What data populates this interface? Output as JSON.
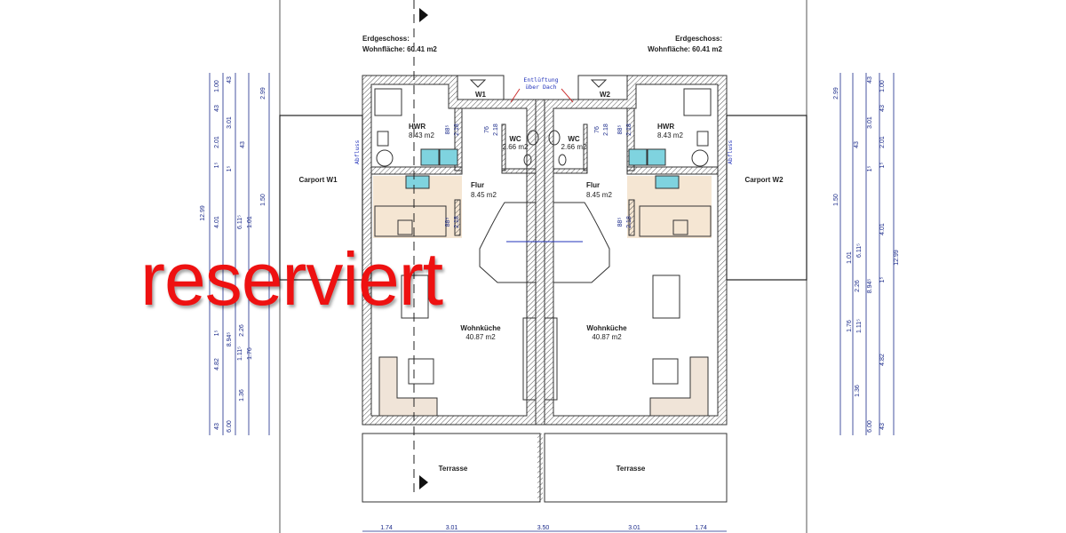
{
  "header": {
    "left": {
      "title": "Erdgeschoss:",
      "area": "Wohnfläche: 60.41 m2"
    },
    "right": {
      "title": "Erdgeschoss:",
      "area": "Wohnfläche: 60.41 m2"
    }
  },
  "ventilation_note": {
    "line1": "Entlüftung",
    "line2": "über Dach"
  },
  "rooms": {
    "w1": "W1",
    "w2": "W2",
    "hwr_left": {
      "name": "HWR",
      "area": "8.43 m2"
    },
    "hwr_right": {
      "name": "HWR",
      "area": "8.43 m2"
    },
    "wc_left": {
      "name": "WC",
      "area": "2.66 m2"
    },
    "wc_right": {
      "name": "WC",
      "area": "2.66 m2"
    },
    "flur_left": {
      "name": "Flur",
      "area": "8.45 m2"
    },
    "flur_right": {
      "name": "Flur",
      "area": "8.45 m2"
    },
    "wohnkueche_left": {
      "name": "Wohnküche",
      "area": "40.87 m2"
    },
    "wohnkueche_right": {
      "name": "Wohnküche",
      "area": "40.87 m2"
    },
    "carport_left": "Carport W1",
    "carport_right": "Carport W2",
    "terrasse_left": "Terrasse",
    "terrasse_right": "Terrasse",
    "abfluss_left": "Abfluss",
    "abfluss_right": "Abfluss"
  },
  "door_dims": [
    "88⁵",
    "2.18",
    "76",
    "2.18",
    "76",
    "2.18",
    "88⁵",
    "2.18",
    "88⁵",
    "2.18",
    "88⁵",
    "2.18"
  ],
  "dims_left": [
    "12.99",
    "1.00",
    "43",
    "2.01",
    "1⁵",
    "4.01",
    "1⁵",
    "4.82",
    "43",
    "43",
    "3.01",
    "1⁵",
    "8.94⁵",
    "43",
    "6.11⁵",
    "1.01",
    "2.26",
    "1.11⁵",
    "1.76",
    "1.36",
    "2.99",
    "1.50",
    "6.00"
  ],
  "dims_right": [
    "12.99",
    "1.00",
    "43",
    "2.01",
    "1⁵",
    "4.01",
    "1⁵",
    "4.82",
    "43",
    "43",
    "3.01",
    "1⁵",
    "8.94⁵",
    "43",
    "6.11⁵",
    "1.01",
    "2.26",
    "1.11⁵",
    "1.76",
    "1.36",
    "2.99",
    "1.50",
    "6.00"
  ],
  "dims_bottom": [
    "1.74",
    "3.01",
    "3.50",
    "3.01",
    "1.74"
  ],
  "stamp": "reserviert",
  "colors": {
    "wall": "#333333",
    "dimension": "#1a2a8a",
    "stamp": "#ee1111",
    "fixture": "#7fd3df",
    "kitchen_floor": "#f5e6d3"
  }
}
